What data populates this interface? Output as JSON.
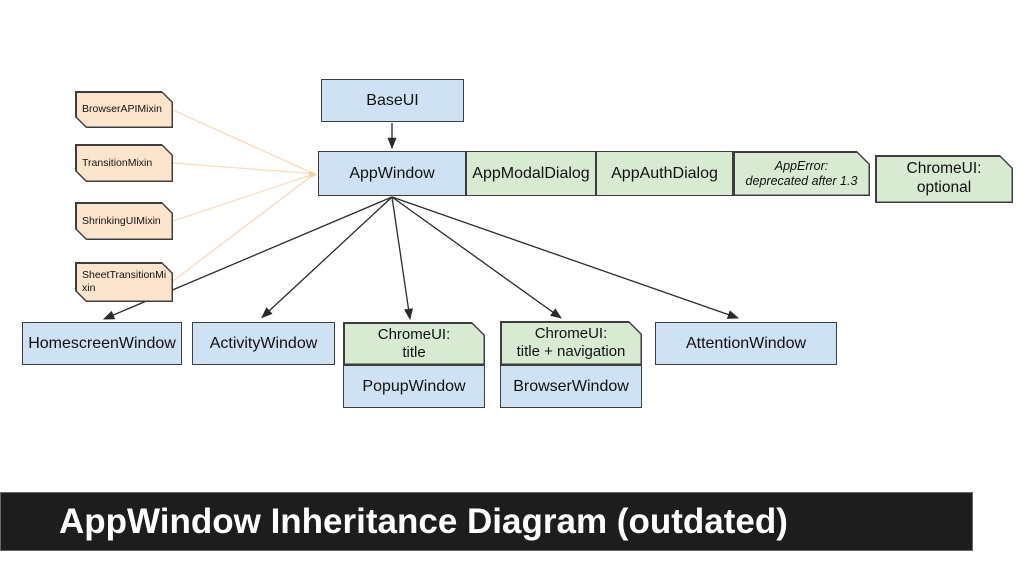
{
  "footer": {
    "title": "AppWindow Inheritance Diagram (outdated)"
  },
  "colors": {
    "node_blue": "#cfe2f3",
    "node_green": "#d9ead3",
    "node_peach": "#fce5cd",
    "mixin_link_line": "#f6dcc0",
    "node_border": "#3d3d3d",
    "arrow_black": "#2b2b2b",
    "footer_bg": "#1d1d1d",
    "footer_fg": "#ffffff"
  },
  "nodes": {
    "base": {
      "label": "BaseUI"
    },
    "mixins": [
      {
        "label": "BrowserAPIMixin"
      },
      {
        "label": "TransitionMixin"
      },
      {
        "label": "ShrinkingUIMixin"
      },
      {
        "label": "SheetTransitionMixin"
      }
    ],
    "row": [
      {
        "label": "AppWindow"
      },
      {
        "label": "AppModalDialog"
      },
      {
        "label": "AppAuthDialog"
      },
      {
        "label": "AppError:\ndeprecated after 1.3"
      },
      {
        "label": "ChromeUI:\noptional"
      }
    ],
    "bottom": [
      {
        "label": "HomescreenWindow"
      },
      {
        "label": "ActivityWindow"
      },
      {
        "chrome": "ChromeUI:\ntitle",
        "window": "PopupWindow"
      },
      {
        "chrome": "ChromeUI:\ntitle + navigation",
        "window": "BrowserWindow"
      },
      {
        "label": "AttentionWindow"
      }
    ]
  }
}
